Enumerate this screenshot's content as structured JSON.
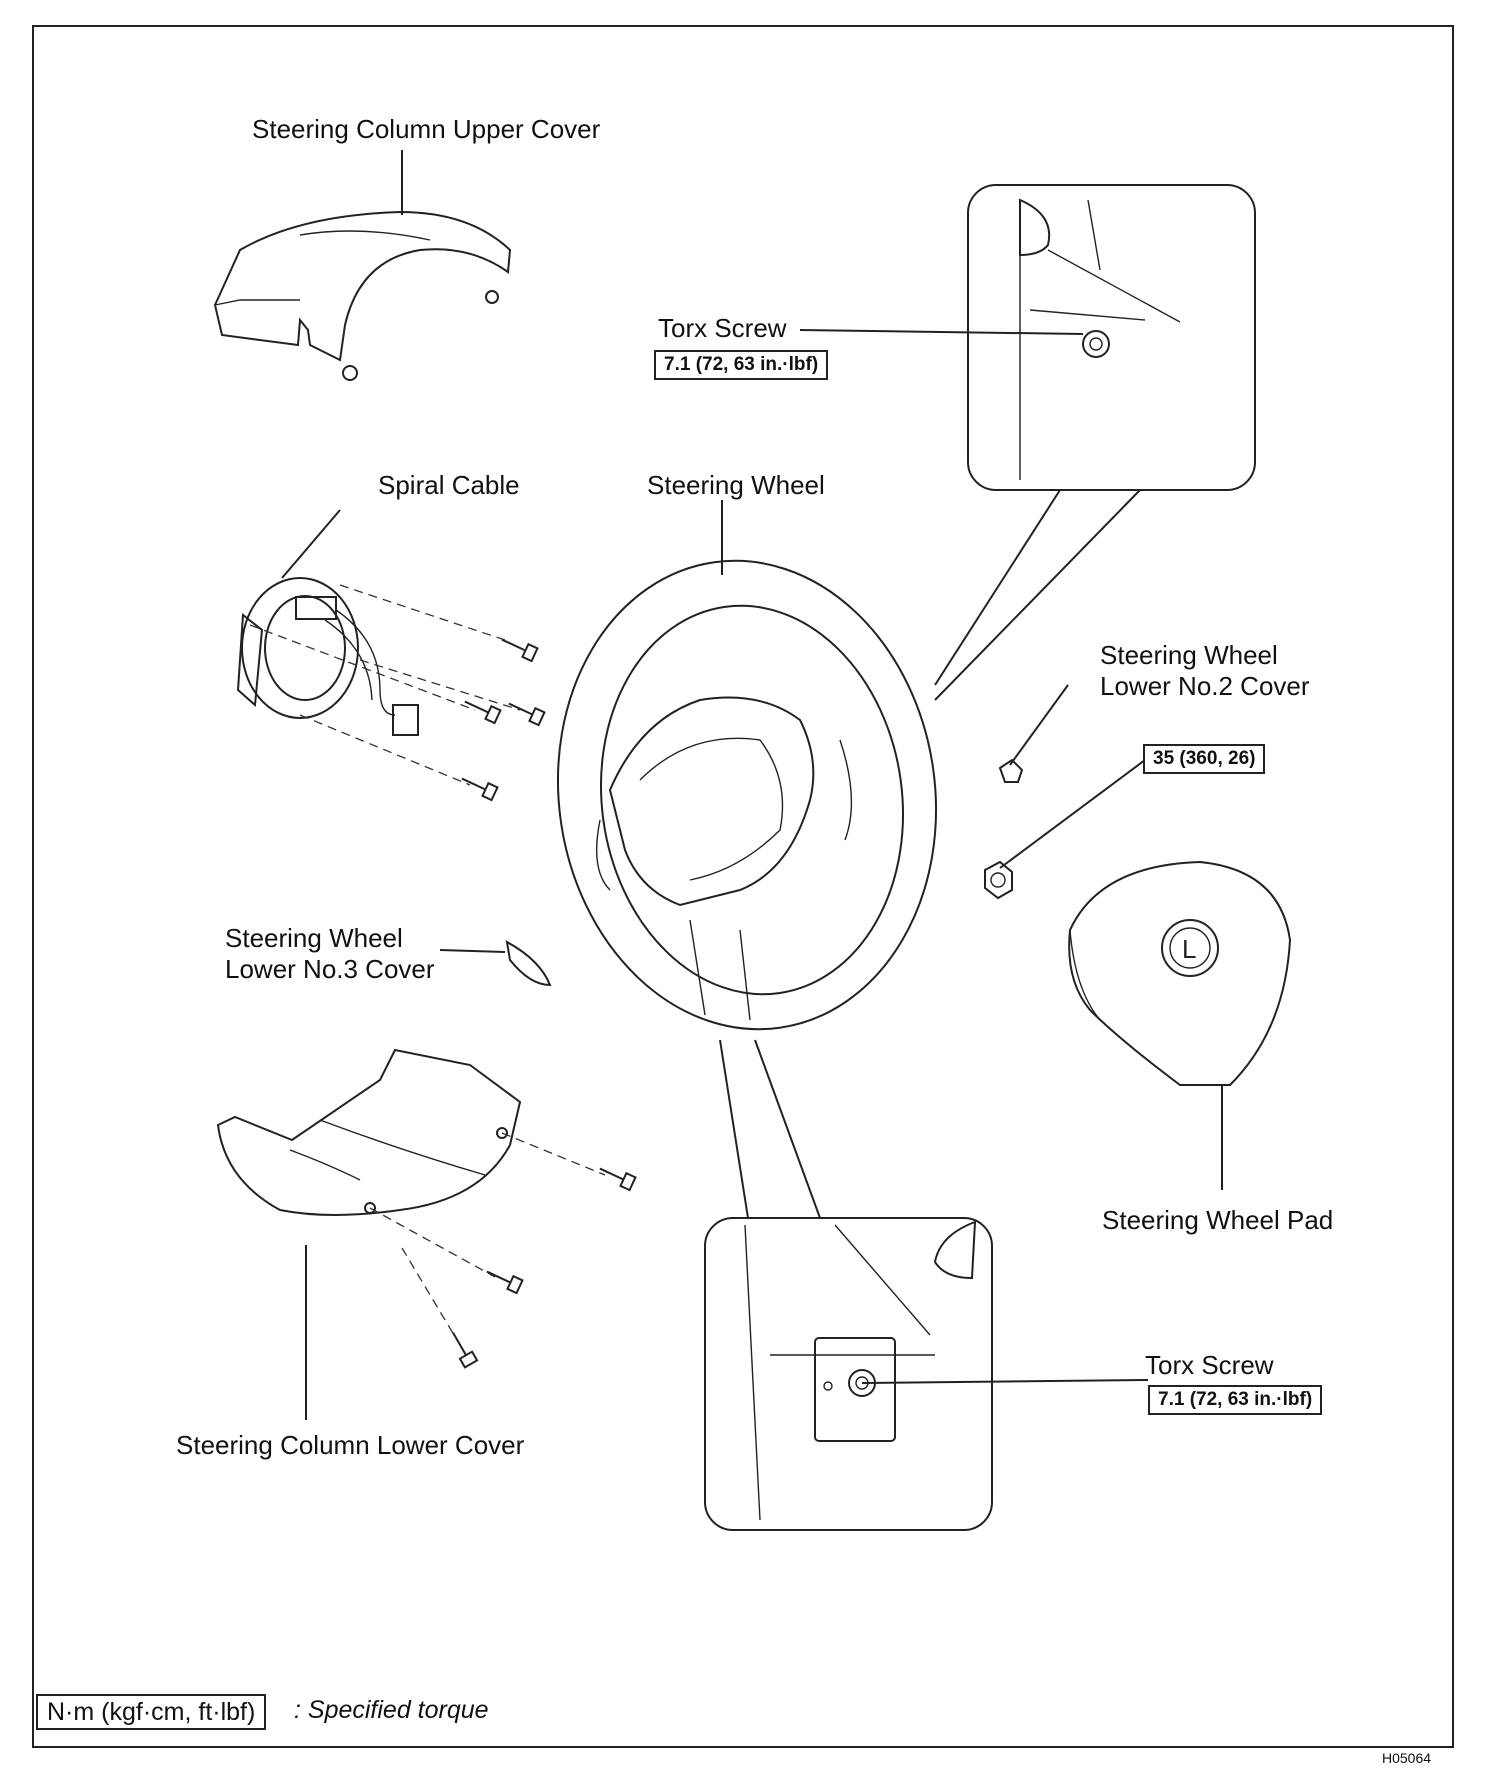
{
  "labels": {
    "upper_cover": "Steering Column Upper Cover",
    "spiral_cable": "Spiral Cable",
    "steering_wheel": "Steering Wheel",
    "torx_screw_top": "Torx Screw",
    "lower_no2_cover_line1": "Steering Wheel",
    "lower_no2_cover_line2": "Lower No.2 Cover",
    "lower_no3_cover_line1": "Steering Wheel",
    "lower_no3_cover_line2": "Lower No.3 Cover",
    "lower_cover": "Steering Column Lower Cover",
    "wheel_pad": "Steering Wheel Pad",
    "torx_screw_bottom": "Torx Screw"
  },
  "torques": {
    "torx_top": "7.1 (72, 63 in.·lbf)",
    "nut": "35 (360, 26)",
    "torx_bottom": "7.1 (72, 63 in.·lbf)"
  },
  "legend": {
    "box": "N·m (kgf·cm, ft·lbf)",
    "text": ": Specified torque"
  },
  "figure_id": "H05064",
  "logo_text": "L"
}
